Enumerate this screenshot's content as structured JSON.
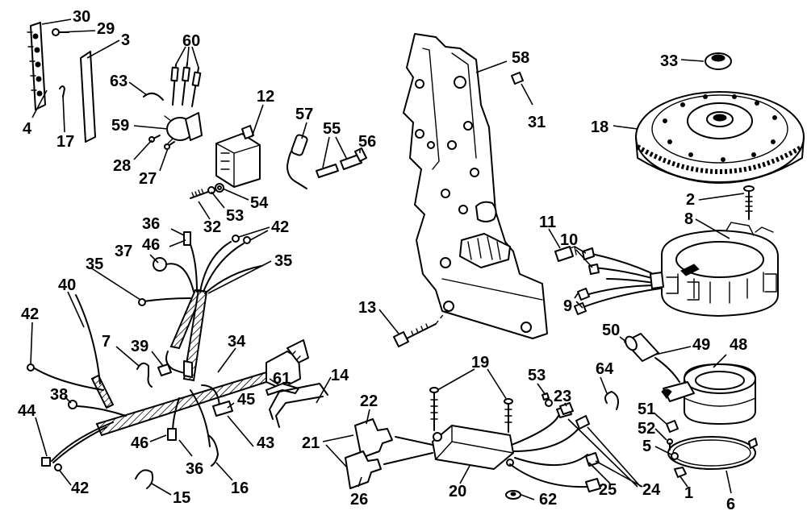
{
  "callouts": [
    {
      "id": "30",
      "text": "30"
    },
    {
      "id": "29",
      "text": "29"
    },
    {
      "id": "3",
      "text": "3"
    },
    {
      "id": "60",
      "text": "60"
    },
    {
      "id": "63",
      "text": "63"
    },
    {
      "id": "4",
      "text": "4"
    },
    {
      "id": "17",
      "text": "17"
    },
    {
      "id": "59",
      "text": "59"
    },
    {
      "id": "28",
      "text": "28"
    },
    {
      "id": "27",
      "text": "27"
    },
    {
      "id": "12",
      "text": "12"
    },
    {
      "id": "57",
      "text": "57"
    },
    {
      "id": "55",
      "text": "55"
    },
    {
      "id": "56",
      "text": "56"
    },
    {
      "id": "54",
      "text": "54"
    },
    {
      "id": "53a",
      "text": "53"
    },
    {
      "id": "32",
      "text": "32"
    },
    {
      "id": "36a",
      "text": "36"
    },
    {
      "id": "42a",
      "text": "42"
    },
    {
      "id": "46a",
      "text": "46"
    },
    {
      "id": "37",
      "text": "37"
    },
    {
      "id": "35a",
      "text": "35"
    },
    {
      "id": "35b",
      "text": "35"
    },
    {
      "id": "40",
      "text": "40"
    },
    {
      "id": "42b",
      "text": "42"
    },
    {
      "id": "7",
      "text": "7"
    },
    {
      "id": "39",
      "text": "39"
    },
    {
      "id": "34",
      "text": "34"
    },
    {
      "id": "61",
      "text": "61"
    },
    {
      "id": "14",
      "text": "14"
    },
    {
      "id": "45",
      "text": "45"
    },
    {
      "id": "38",
      "text": "38"
    },
    {
      "id": "44",
      "text": "44"
    },
    {
      "id": "46b",
      "text": "46"
    },
    {
      "id": "36b",
      "text": "36"
    },
    {
      "id": "43",
      "text": "43"
    },
    {
      "id": "16",
      "text": "16"
    },
    {
      "id": "42c",
      "text": "42"
    },
    {
      "id": "15",
      "text": "15"
    },
    {
      "id": "58",
      "text": "58"
    },
    {
      "id": "31",
      "text": "31"
    },
    {
      "id": "13",
      "text": "13"
    },
    {
      "id": "33",
      "text": "33"
    },
    {
      "id": "18",
      "text": "18"
    },
    {
      "id": "2",
      "text": "2"
    },
    {
      "id": "8",
      "text": "8"
    },
    {
      "id": "11",
      "text": "11"
    },
    {
      "id": "10",
      "text": "10"
    },
    {
      "id": "9",
      "text": "9"
    },
    {
      "id": "50",
      "text": "50"
    },
    {
      "id": "49",
      "text": "49"
    },
    {
      "id": "48",
      "text": "48"
    },
    {
      "id": "19",
      "text": "19"
    },
    {
      "id": "53b",
      "text": "53"
    },
    {
      "id": "23",
      "text": "23"
    },
    {
      "id": "64",
      "text": "64"
    },
    {
      "id": "22",
      "text": "22"
    },
    {
      "id": "21",
      "text": "21"
    },
    {
      "id": "51",
      "text": "51"
    },
    {
      "id": "52",
      "text": "52"
    },
    {
      "id": "5",
      "text": "5"
    },
    {
      "id": "26",
      "text": "26"
    },
    {
      "id": "20",
      "text": "20"
    },
    {
      "id": "62",
      "text": "62"
    },
    {
      "id": "25",
      "text": "25"
    },
    {
      "id": "24",
      "text": "24"
    },
    {
      "id": "1",
      "text": "1"
    },
    {
      "id": "6",
      "text": "6"
    }
  ]
}
